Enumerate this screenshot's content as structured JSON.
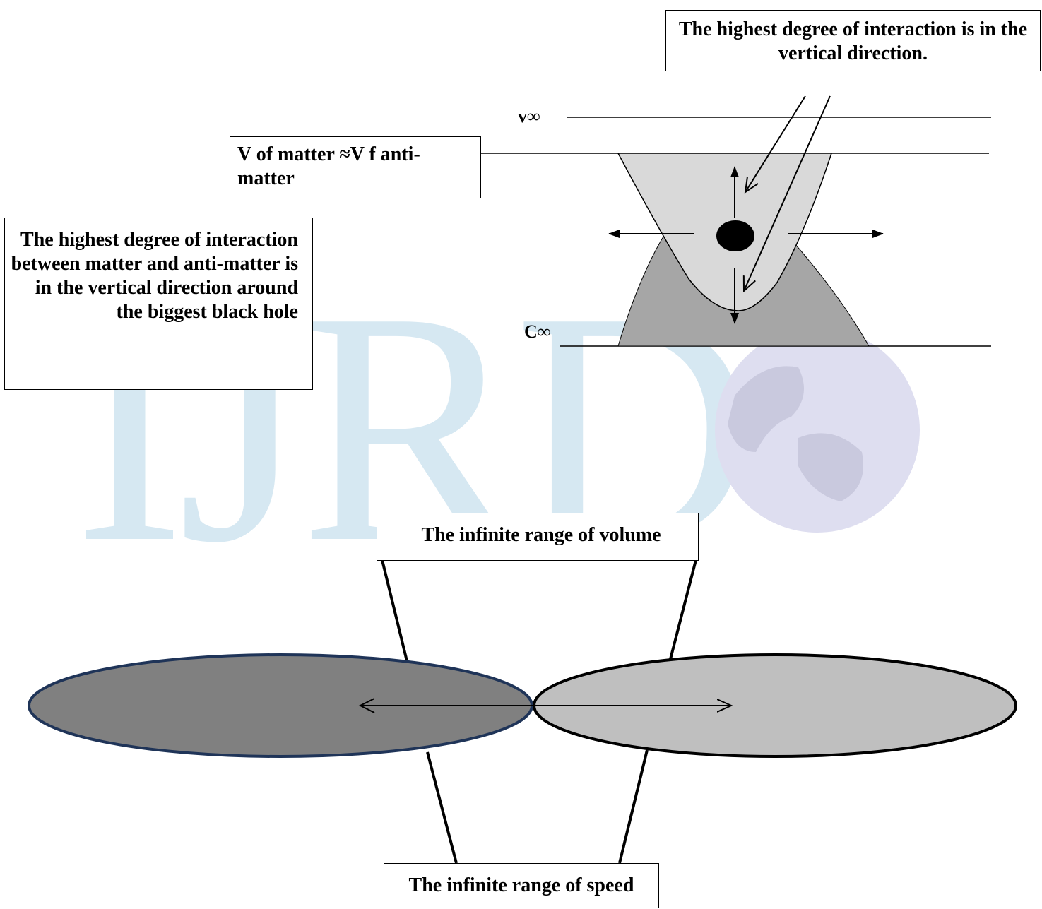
{
  "watermark": {
    "text": "IJRD",
    "color": "#d6e8f2",
    "globe_color": "#dedef0",
    "globe_icon": "globe-icon"
  },
  "boxes": {
    "top_right": "The highest degree of interaction is in the vertical direction.",
    "v_matter": "V of matter ≈V f anti-matter",
    "left": "The highest degree of interaction between matter and anti-matter is in the vertical direction around the biggest black hole",
    "volume": "The infinite range of volume",
    "speed": "The infinite range of speed"
  },
  "labels": {
    "v_inf": "v∞",
    "c_inf": "C∞"
  },
  "colors": {
    "light_gray": "#d9d9d9",
    "mid_gray": "#a6a6a6",
    "dark_ellipse": "#808080",
    "dark_ellipse_stroke": "#1f3458",
    "light_ellipse": "#bfbfbf"
  }
}
